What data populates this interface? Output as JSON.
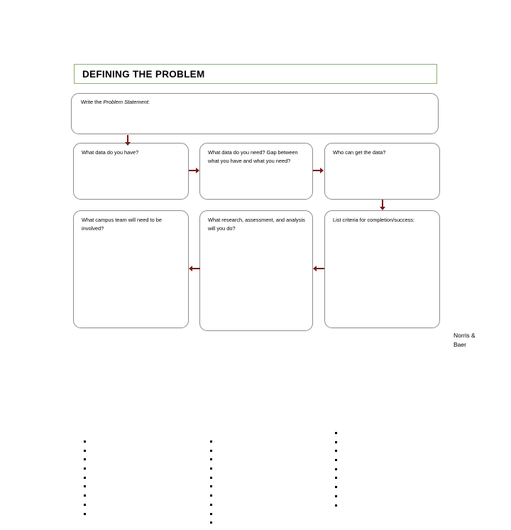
{
  "title": {
    "text": "DEFINING THE PROBLEM",
    "border_color": "#8EAE72"
  },
  "problem_statement": {
    "label_prefix": "Write the ",
    "label_italic": "Problem Statement",
    "label_suffix": ":"
  },
  "boxes": [
    {
      "id": "data-have",
      "text": "What data do you have?",
      "bullets": 0
    },
    {
      "id": "data-need",
      "text": "What data do you need? Gap between what you have and what you need?",
      "bullets": 0
    },
    {
      "id": "who-get",
      "text": "Who can get the data?",
      "bullets": 0
    },
    {
      "id": "campus-team",
      "text": "What campus team will need to be involved?",
      "bullets": 9
    },
    {
      "id": "research",
      "text": "What research, assessment, and analysis will you do?",
      "bullets": 10
    },
    {
      "id": "criteria",
      "text": "List criteria for completion/success:",
      "bullets": 9
    }
  ],
  "arrows": {
    "color": "#7A1A1A",
    "items": [
      {
        "name": "problem-statement-to-data-have",
        "direction": "down"
      },
      {
        "name": "data-have-to-data-need",
        "direction": "right"
      },
      {
        "name": "data-need-to-who-get",
        "direction": "right"
      },
      {
        "name": "who-get-to-criteria",
        "direction": "down"
      },
      {
        "name": "criteria-to-research",
        "direction": "left"
      },
      {
        "name": "research-to-campus-team",
        "direction": "left"
      }
    ]
  },
  "attribution": {
    "line1": "Norris &",
    "line2": "Baer"
  },
  "colors": {
    "box_border": "#8C8C8C",
    "title_border": "#8EAE72",
    "arrow": "#7A1A1A",
    "background": "#FFFFFF"
  }
}
